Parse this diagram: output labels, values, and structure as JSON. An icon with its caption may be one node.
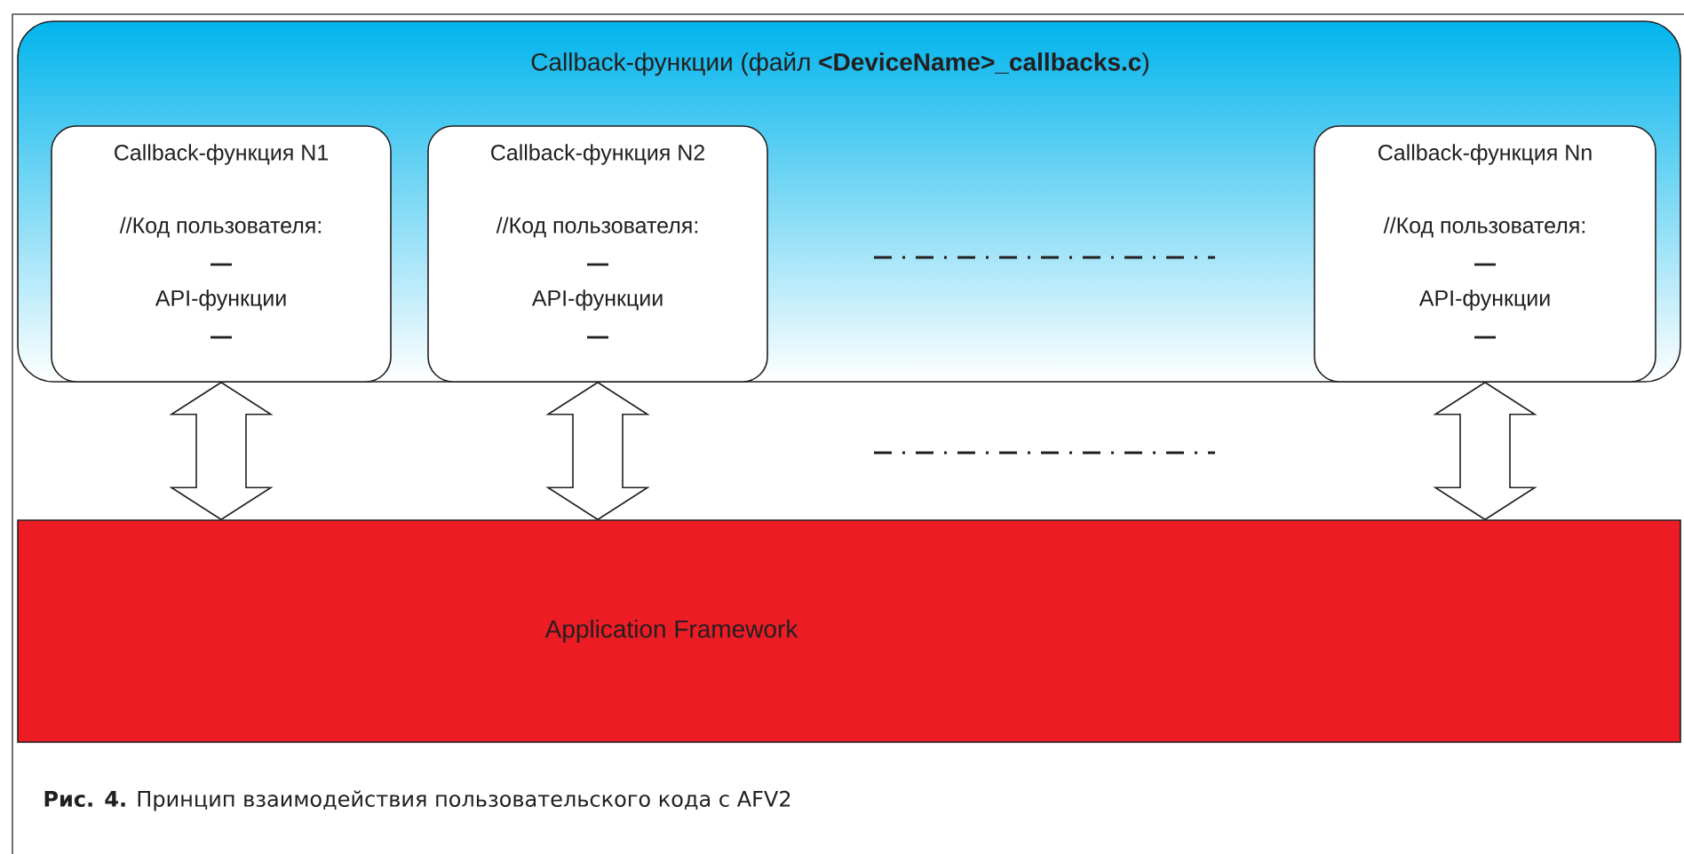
{
  "diagram": {
    "caption": "**Рис. 4.** Принцип взаимодействия пользовательского кода с AFV2",
    "nodes": [
      {
        "text": [
          "Callback-функции (файл **<DeviceName>_callbacks.c**)"
        ]
      },
      {
        "text": [
          "Callback-функция N1",
          "//Код пользователя:",
          "API-функции"
        ],
        "in": 0
      },
      {
        "text": [
          "Callback-функция N2",
          "//Код пользователя:",
          "API-функции"
        ],
        "in": 0
      },
      {
        "text": [
          "Callback-функция Nn",
          "//Код пользователя:",
          "API-функции"
        ],
        "in": 0
      },
      {
        "text": [
          "Application Framework"
        ]
      }
    ],
    "edges": [
      {
        "from": 1,
        "to": 4,
        "arrow": "both"
      },
      {
        "from": 2,
        "to": 4,
        "arrow": "both"
      },
      {
        "from": 3,
        "to": 4,
        "arrow": "both"
      }
    ]
  }
}
